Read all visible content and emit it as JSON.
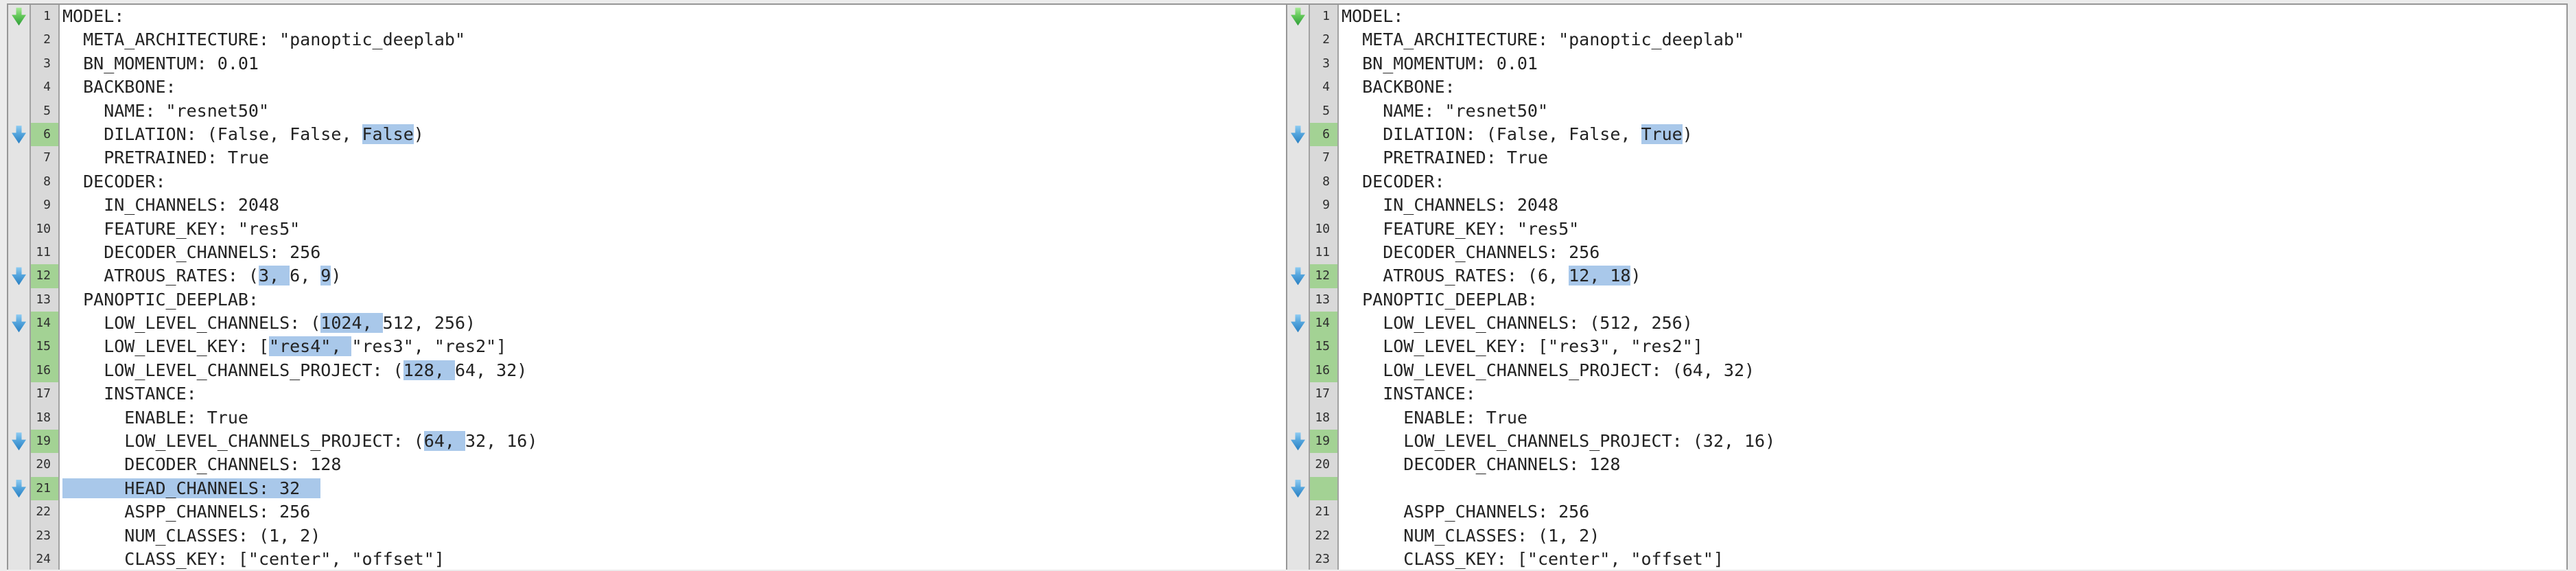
{
  "app": {
    "view": "side-by-side-diff",
    "content_kind": "yaml-config",
    "colors": {
      "window_bg": "#ececec",
      "code_bg": "#ffffff",
      "gutter_bg": "#e4e4e4",
      "line_number_bg": "#d9d9d9",
      "changed_line_number_bg": "#a3d294",
      "inline_diff_highlight": "#a9c8ea",
      "first_diff_arrow": "#3aa943",
      "diff_arrow": "#2e86c8",
      "text": "#232323"
    },
    "icons": {
      "first_diff_arrow": "green-down-arrow",
      "diff_arrow": "blue-down-arrow"
    }
  },
  "panes": [
    {
      "id": "left",
      "lines": [
        {
          "num": "1",
          "arrow": "green",
          "changed": false,
          "segments": [
            {
              "t": "MODEL:"
            }
          ]
        },
        {
          "num": "2",
          "arrow": null,
          "changed": false,
          "segments": [
            {
              "t": "  META_ARCHITECTURE: \"panoptic_deeplab\""
            }
          ]
        },
        {
          "num": "3",
          "arrow": null,
          "changed": false,
          "segments": [
            {
              "t": "  BN_MOMENTUM: 0.01"
            }
          ]
        },
        {
          "num": "4",
          "arrow": null,
          "changed": false,
          "segments": [
            {
              "t": "  BACKBONE:"
            }
          ]
        },
        {
          "num": "5",
          "arrow": null,
          "changed": false,
          "segments": [
            {
              "t": "    NAME: \"resnet50\""
            }
          ]
        },
        {
          "num": "6",
          "arrow": "blue",
          "changed": true,
          "segments": [
            {
              "t": "    DILATION: (False, False, "
            },
            {
              "t": "False",
              "hl": true
            },
            {
              "t": ")"
            }
          ]
        },
        {
          "num": "7",
          "arrow": null,
          "changed": false,
          "segments": [
            {
              "t": "    PRETRAINED: True"
            }
          ]
        },
        {
          "num": "8",
          "arrow": null,
          "changed": false,
          "segments": [
            {
              "t": "  DECODER:"
            }
          ]
        },
        {
          "num": "9",
          "arrow": null,
          "changed": false,
          "segments": [
            {
              "t": "    IN_CHANNELS: 2048"
            }
          ]
        },
        {
          "num": "10",
          "arrow": null,
          "changed": false,
          "segments": [
            {
              "t": "    FEATURE_KEY: \"res5\""
            }
          ]
        },
        {
          "num": "11",
          "arrow": null,
          "changed": false,
          "segments": [
            {
              "t": "    DECODER_CHANNELS: 256"
            }
          ]
        },
        {
          "num": "12",
          "arrow": "blue",
          "changed": true,
          "segments": [
            {
              "t": "    ATROUS_RATES: ("
            },
            {
              "t": "3, ",
              "hl": true
            },
            {
              "t": "6, "
            },
            {
              "t": "9",
              "hl": true
            },
            {
              "t": ")"
            }
          ]
        },
        {
          "num": "13",
          "arrow": null,
          "changed": false,
          "segments": [
            {
              "t": "  PANOPTIC_DEEPLAB:"
            }
          ]
        },
        {
          "num": "14",
          "arrow": "blue",
          "changed": true,
          "segments": [
            {
              "t": "    LOW_LEVEL_CHANNELS: ("
            },
            {
              "t": "1024, ",
              "hl": true
            },
            {
              "t": "512, 256)"
            }
          ]
        },
        {
          "num": "15",
          "arrow": null,
          "changed": true,
          "segments": [
            {
              "t": "    LOW_LEVEL_KEY: ["
            },
            {
              "t": "\"res4\", ",
              "hl": true
            },
            {
              "t": "\"res3\", \"res2\"]"
            }
          ]
        },
        {
          "num": "16",
          "arrow": null,
          "changed": true,
          "segments": [
            {
              "t": "    LOW_LEVEL_CHANNELS_PROJECT: ("
            },
            {
              "t": "128, ",
              "hl": true
            },
            {
              "t": "64, 32)"
            }
          ]
        },
        {
          "num": "17",
          "arrow": null,
          "changed": false,
          "segments": [
            {
              "t": "    INSTANCE:"
            }
          ]
        },
        {
          "num": "18",
          "arrow": null,
          "changed": false,
          "segments": [
            {
              "t": "      ENABLE: True"
            }
          ]
        },
        {
          "num": "19",
          "arrow": "blue",
          "changed": true,
          "segments": [
            {
              "t": "      LOW_LEVEL_CHANNELS_PROJECT: ("
            },
            {
              "t": "64, ",
              "hl": true
            },
            {
              "t": "32, 16)"
            }
          ]
        },
        {
          "num": "20",
          "arrow": null,
          "changed": false,
          "segments": [
            {
              "t": "      DECODER_CHANNELS: 128"
            }
          ]
        },
        {
          "num": "21",
          "arrow": "blue",
          "changed": true,
          "segments": [
            {
              "t": "      HEAD_CHANNELS: 32  ",
              "hl": true
            }
          ]
        },
        {
          "num": "22",
          "arrow": null,
          "changed": false,
          "segments": [
            {
              "t": "      ASPP_CHANNELS: 256"
            }
          ]
        },
        {
          "num": "23",
          "arrow": null,
          "changed": false,
          "segments": [
            {
              "t": "      NUM_CLASSES: (1, 2)"
            }
          ]
        },
        {
          "num": "24",
          "arrow": null,
          "changed": false,
          "segments": [
            {
              "t": "      CLASS_KEY: [\"center\", \"offset\"]"
            }
          ]
        }
      ]
    },
    {
      "id": "right",
      "lines": [
        {
          "num": "1",
          "arrow": "green",
          "changed": false,
          "segments": [
            {
              "t": "MODEL:"
            }
          ]
        },
        {
          "num": "2",
          "arrow": null,
          "changed": false,
          "segments": [
            {
              "t": "  META_ARCHITECTURE: \"panoptic_deeplab\""
            }
          ]
        },
        {
          "num": "3",
          "arrow": null,
          "changed": false,
          "segments": [
            {
              "t": "  BN_MOMENTUM: 0.01"
            }
          ]
        },
        {
          "num": "4",
          "arrow": null,
          "changed": false,
          "segments": [
            {
              "t": "  BACKBONE:"
            }
          ]
        },
        {
          "num": "5",
          "arrow": null,
          "changed": false,
          "segments": [
            {
              "t": "    NAME: \"resnet50\""
            }
          ]
        },
        {
          "num": "6",
          "arrow": "blue",
          "changed": true,
          "segments": [
            {
              "t": "    DILATION: (False, False, "
            },
            {
              "t": "True",
              "hl": true
            },
            {
              "t": ")"
            }
          ]
        },
        {
          "num": "7",
          "arrow": null,
          "changed": false,
          "segments": [
            {
              "t": "    PRETRAINED: True"
            }
          ]
        },
        {
          "num": "8",
          "arrow": null,
          "changed": false,
          "segments": [
            {
              "t": "  DECODER:"
            }
          ]
        },
        {
          "num": "9",
          "arrow": null,
          "changed": false,
          "segments": [
            {
              "t": "    IN_CHANNELS: 2048"
            }
          ]
        },
        {
          "num": "10",
          "arrow": null,
          "changed": false,
          "segments": [
            {
              "t": "    FEATURE_KEY: \"res5\""
            }
          ]
        },
        {
          "num": "11",
          "arrow": null,
          "changed": false,
          "segments": [
            {
              "t": "    DECODER_CHANNELS: 256"
            }
          ]
        },
        {
          "num": "12",
          "arrow": "blue",
          "changed": true,
          "segments": [
            {
              "t": "    ATROUS_RATES: (6, "
            },
            {
              "t": "12, 18",
              "hl": true
            },
            {
              "t": ")"
            }
          ]
        },
        {
          "num": "13",
          "arrow": null,
          "changed": false,
          "segments": [
            {
              "t": "  PANOPTIC_DEEPLAB:"
            }
          ]
        },
        {
          "num": "14",
          "arrow": "blue",
          "changed": true,
          "segments": [
            {
              "t": "    LOW_LEVEL_CHANNELS: (512, 256)"
            }
          ]
        },
        {
          "num": "15",
          "arrow": null,
          "changed": true,
          "segments": [
            {
              "t": "    LOW_LEVEL_KEY: [\"res3\", \"res2\"]"
            }
          ]
        },
        {
          "num": "16",
          "arrow": null,
          "changed": true,
          "segments": [
            {
              "t": "    LOW_LEVEL_CHANNELS_PROJECT: (64, 32)"
            }
          ]
        },
        {
          "num": "17",
          "arrow": null,
          "changed": false,
          "segments": [
            {
              "t": "    INSTANCE:"
            }
          ]
        },
        {
          "num": "18",
          "arrow": null,
          "changed": false,
          "segments": [
            {
              "t": "      ENABLE: True"
            }
          ]
        },
        {
          "num": "19",
          "arrow": "blue",
          "changed": true,
          "segments": [
            {
              "t": "      LOW_LEVEL_CHANNELS_PROJECT: (32, 16)"
            }
          ]
        },
        {
          "num": "20",
          "arrow": null,
          "changed": false,
          "segments": [
            {
              "t": "      DECODER_CHANNELS: 128"
            }
          ]
        },
        {
          "num": "",
          "arrow": "blue",
          "changed": true,
          "segments": []
        },
        {
          "num": "21",
          "arrow": null,
          "changed": false,
          "segments": [
            {
              "t": "      ASPP_CHANNELS: 256"
            }
          ]
        },
        {
          "num": "22",
          "arrow": null,
          "changed": false,
          "segments": [
            {
              "t": "      NUM_CLASSES: (1, 2)"
            }
          ]
        },
        {
          "num": "23",
          "arrow": null,
          "changed": false,
          "segments": [
            {
              "t": "      CLASS_KEY: [\"center\", \"offset\"]"
            }
          ]
        }
      ]
    }
  ]
}
